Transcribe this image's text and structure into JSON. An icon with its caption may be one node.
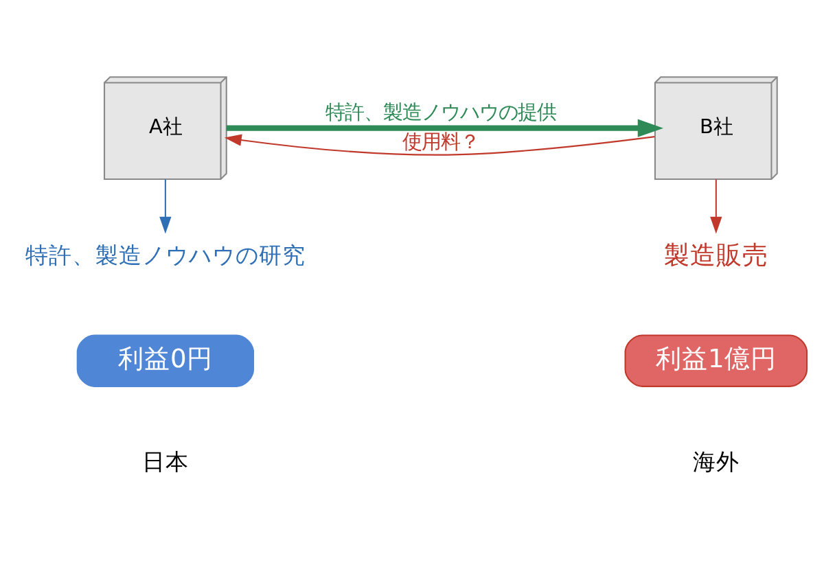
{
  "diagram": {
    "nodes": [
      {
        "text": [
          "A社"
        ]
      },
      {
        "text": [
          "B社"
        ]
      },
      {
        "text": [
          "特許、製造ノウハウの研究"
        ]
      },
      {
        "text": [
          "製造販売"
        ]
      },
      {
        "text": [
          "利益0円"
        ]
      },
      {
        "text": [
          "利益1億円"
        ]
      }
    ],
    "edges": [
      {
        "from": 0,
        "to": 1,
        "arrow": "to",
        "label": "特許、製造ノウハウの提供",
        "style": "thick",
        "color": "#2e8b57"
      },
      {
        "from": 1,
        "to": 0,
        "arrow": "to",
        "label": "使用料？",
        "color": "#c0392b"
      },
      {
        "from": 0,
        "to": 2,
        "arrow": "to",
        "color": "#2e6fb5"
      },
      {
        "from": 1,
        "to": 3,
        "arrow": "to",
        "color": "#c0392b"
      }
    ],
    "labels": [
      "日本",
      "海外"
    ]
  }
}
